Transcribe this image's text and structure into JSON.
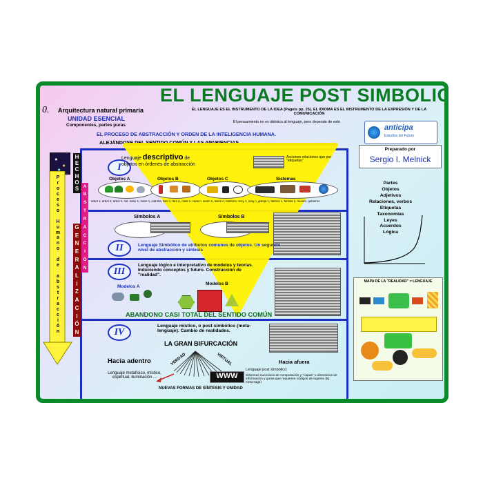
{
  "header": {
    "title": "EL LENGUAJE POST SIMBOLICO",
    "subtitle": "EL LENGUAJE ES EL INSTRUMENTO DE LA IDEA (Pagels pp. 25). EL IDIOMA ES EL INSTRUMENTO DE LA EXPRESIÓN Y DE LA COMUNICACIÓN",
    "note": "El pensamiento no es idéntico al lenguaje, pero depende de este"
  },
  "left_header": {
    "number": "0.",
    "line1": "Arquitectura natural primaria",
    "line2": "UNIDAD ESENCIAL",
    "line3": "Componentes, partes puras"
  },
  "process": {
    "line1": "EL PROCESO DE ABSTRACCIÓN Y ORDEN DE LA INTELIGENCIA HUMANA.",
    "line2": "ALEJÁNDOSE DEL SENTIDO COMÚN Y LAS APARIENCIAS"
  },
  "logo": {
    "name": "anticipa",
    "tagline": "Estudios del Futuro"
  },
  "credit": {
    "prepared": "Preparado por",
    "author": "Sergio I. Melnick"
  },
  "vertical": {
    "hechos": "HECHOS",
    "abstraccion": "ABSTRACCIÓN",
    "generalizacion": "GENERALIZACIÓN",
    "proceso": "Proceso Humano de abstracción"
  },
  "level1": {
    "numeral": "I",
    "title_pre": "Lenguaje",
    "title_big": "descriptivo",
    "title_post": "de objetos en órdenes de abstracción",
    "actions": "Acciones relaciones que por \"etiquetas\"",
    "labels": [
      "Objetos A",
      "Objetos B",
      "Objetos C",
      "Sistemas"
    ],
    "labels_row": "árbol 1, árbol 2, árbol n, sol, nube 1, nube n, estrella, faro 1, faro n, casa 1, casa n, avión 1, avión n, teléfono, reloj 1, reloj n, granja 1, fábrica 1, familia 1, mundo, gobierno"
  },
  "level2": {
    "numeral": "II",
    "simA": "Símbolos A",
    "simB": "Símbolos B",
    "text": "Lenguaje Simbólico de atributos comunes de objetos. Un segundo nivel de abstracción y síntesis"
  },
  "level3": {
    "numeral": "III",
    "text": "Lenguaje lógico e interpretativo de modelos y teorías. Induciendo conceptos y futuro. Construcción de \"realidad\".",
    "modA": "Modelos A",
    "modB": "Modelos B",
    "abandono": "ABANDONO CASI TOTAL DEL SENTIDO COMÚN"
  },
  "level4": {
    "numeral": "IV",
    "text": "Lenguaje místico, o post simbólico (meta-lenguaje). Cambio de realidades.",
    "bifurcacion": "LA GRAN BIFURCACIÓN",
    "adentro": "Hacia adentro",
    "adentro_desc": "Lenguaje metafísico, místico, espiritual, iluminación ...",
    "afuera": "Hacia afuera",
    "afuera_title": "Lenguaje post simbólico:",
    "afuera_desc": "Sistemas sucesivos de computación y \"capas\" o directorios de información y guías que requieren códigos de ingreso (Ej. meta-tags)",
    "verdad": "VERDAD",
    "virtual": "VIRTUAL",
    "www": "WWW",
    "formas": "NUEVAS FORMAS DE SÍNTESIS Y UNIDAD"
  },
  "list": [
    "Partes",
    "Objetos",
    "Adjetivos",
    "Relaciones, verbos",
    "Etiquetas",
    "Taxonomías",
    "Leyes",
    "Acuerdos",
    "Lógica"
  ],
  "map": {
    "title": "MAPA DE LA \"REALIDAD\" = LENGUAJE"
  }
}
